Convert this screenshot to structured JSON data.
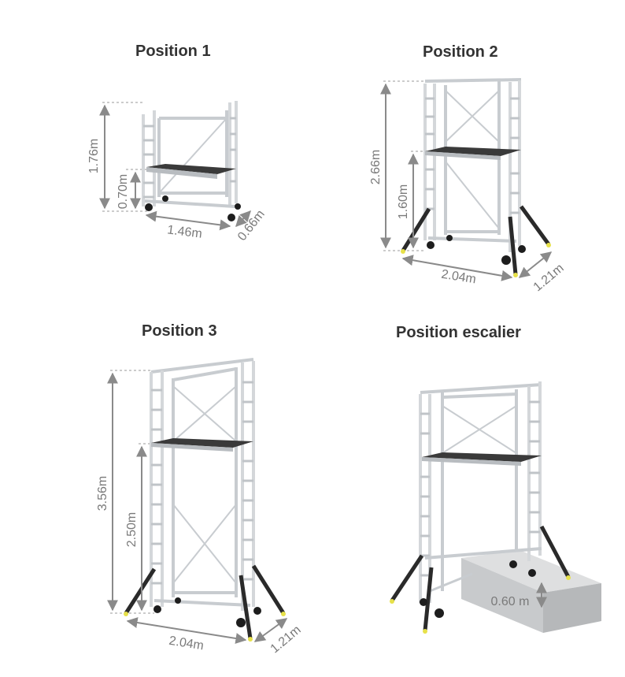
{
  "panels": {
    "p1": {
      "title": "Position 1",
      "height": "1.76m",
      "platform": "0.70m",
      "length": "1.46m",
      "depth": "0.66m"
    },
    "p2": {
      "title": "Position 2",
      "height": "2.66m",
      "platform": "1.60m",
      "length": "2.04m",
      "depth": "1.21m"
    },
    "p3": {
      "title": "Position 3",
      "height": "3.56m",
      "platform": "2.50m",
      "length": "2.04m",
      "depth": "1.21m"
    },
    "p4": {
      "title": "Position escalier",
      "step": "0.60 m"
    }
  },
  "colors": {
    "frame": "#c8ccd0",
    "frame_dark": "#8d9196",
    "deck": "#3a3a3a",
    "dim": "#8a8a8a",
    "foot": "#e7e14a"
  }
}
